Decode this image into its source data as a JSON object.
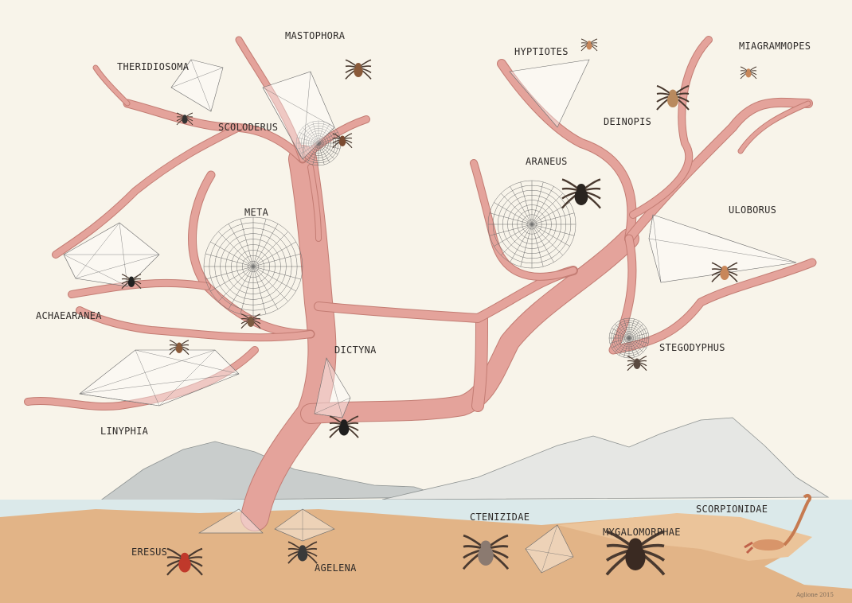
{
  "labels": {
    "theridiosoma": "THERIDIOSOMA",
    "mastophora": "MASTOPHORA",
    "scoloderus": "SCOLODERUS",
    "hyptiotes": "HYPTIOTES",
    "miagrammopes": "MIAGRAMMOPES",
    "deinopis": "DEINOPIS",
    "araneus": "ARANEUS",
    "uloborus": "ULOBORUS",
    "meta": "META",
    "achaearanea": "ACHAEARANEA",
    "dictyna": "DICTYNA",
    "stegodyphus": "STEGODYPHUS",
    "linyphia": "LINYPHIA",
    "ctenizidae": "CTENIZIDAE",
    "mygalomorphae": "MYGALOMORPHAE",
    "scorpionidae": "SCORPIONIDAE",
    "eresus": "ERESUS",
    "agelena": "AGELENA"
  },
  "signature": "Aglione 2015",
  "colors": {
    "background": "#f8f4ea",
    "branch": "#e4a39b",
    "branch_outline": "#c37c73",
    "water": "#dbe9ea",
    "sand": "#e2b487",
    "mountain": "#c9cdcc",
    "web": "#6d6d6d"
  }
}
